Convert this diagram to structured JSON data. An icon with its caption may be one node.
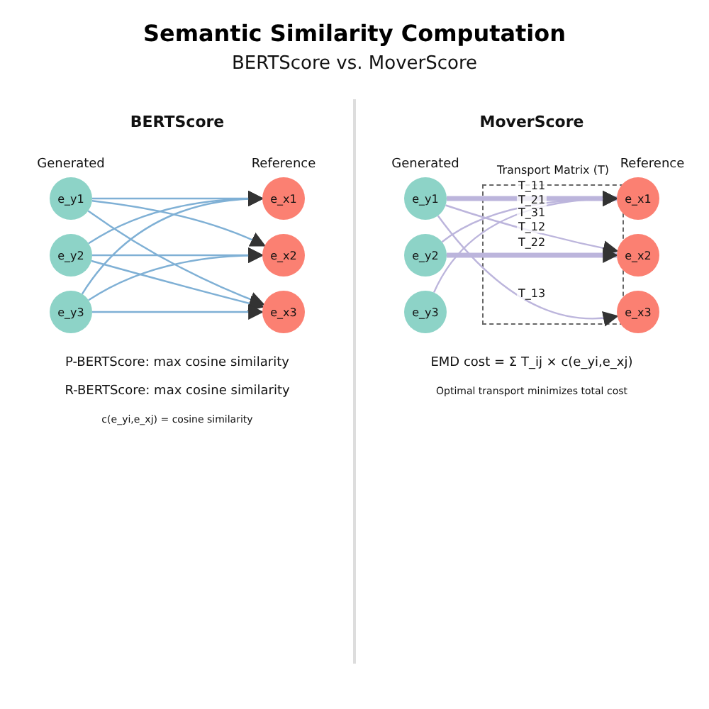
{
  "diagram": {
    "title": "Semantic Similarity Computation",
    "nodes": [
      {
        "text": [
          "e_y1"
        ]
      },
      {
        "text": [
          "e_y2"
        ]
      },
      {
        "text": [
          "e_y3"
        ]
      },
      {
        "text": [
          "e_x1"
        ]
      },
      {
        "text": [
          "e_x2"
        ]
      },
      {
        "text": [
          "e_x3"
        ]
      },
      {
        "text": [
          "e_y1"
        ]
      },
      {
        "text": [
          "e_y2"
        ]
      },
      {
        "text": [
          "e_y3"
        ]
      },
      {
        "text": [
          "e_x1"
        ]
      },
      {
        "text": [
          "e_x2"
        ]
      },
      {
        "text": [
          "e_x3"
        ]
      }
    ],
    "edges": [
      {
        "from": 0,
        "to": 3,
        "arrow": "to"
      },
      {
        "from": 0,
        "to": 4,
        "arrow": "to"
      },
      {
        "from": 0,
        "to": 5,
        "arrow": "to"
      },
      {
        "from": 1,
        "to": 3,
        "arrow": "to"
      },
      {
        "from": 1,
        "to": 4,
        "arrow": "to"
      },
      {
        "from": 1,
        "to": 5,
        "arrow": "to"
      },
      {
        "from": 2,
        "to": 3,
        "arrow": "to"
      },
      {
        "from": 2,
        "to": 4,
        "arrow": "to"
      },
      {
        "from": 2,
        "to": 5,
        "arrow": "to"
      },
      {
        "from": 6,
        "to": 9,
        "arrow": "to",
        "label": "T_11",
        "style": "thick",
        "color": "#bcb5dc"
      },
      {
        "from": 6,
        "to": 10,
        "arrow": "to",
        "label": "T_12",
        "color": "#bcb5dc"
      },
      {
        "from": 6,
        "to": 11,
        "arrow": "to",
        "label": "T_13",
        "color": "#bcb5dc"
      },
      {
        "from": 7,
        "to": 9,
        "arrow": "to",
        "label": "T_21",
        "color": "#bcb5dc"
      },
      {
        "from": 7,
        "to": 10,
        "arrow": "to",
        "label": "T_22",
        "style": "thick",
        "color": "#bcb5dc"
      },
      {
        "from": 8,
        "to": 9,
        "arrow": "to",
        "label": "T_31",
        "color": "#bcb5dc"
      }
    ],
    "labels": [
      "BERTScore vs. MoverScore",
      "BERTScore",
      "MoverScore",
      "Generated",
      "Reference",
      "Generated",
      "Transport Matrix (T)",
      "Reference",
      "P-BERTScore: max cosine similarity",
      "R-BERTScore: max cosine similarity",
      "c(e_yi,e_xj) = cosine similarity",
      "EMD cost = Σ T_ij × c(e_yi,e_xj)",
      "Optimal transport minimizes total cost"
    ]
  }
}
